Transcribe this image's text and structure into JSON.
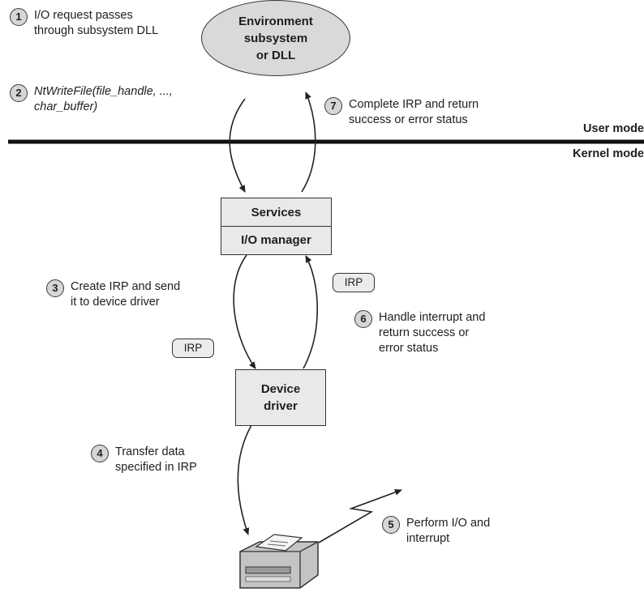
{
  "env_subsystem": {
    "lines": [
      "Environment",
      "subsystem",
      "or DLL"
    ]
  },
  "modes": {
    "user": "User mode",
    "kernel": "Kernel mode"
  },
  "io_manager": {
    "top": "Services",
    "bottom": "I/O manager"
  },
  "device_driver": {
    "lines": [
      "Device",
      "driver"
    ]
  },
  "irp_tag": "IRP",
  "steps": [
    {
      "num": "1",
      "lines": [
        "I/O request passes",
        "through subsystem DLL"
      ]
    },
    {
      "num": "2",
      "lines": [
        "NtWriteFile(file_handle, ...,",
        "char_buffer)"
      ]
    },
    {
      "num": "3",
      "lines": [
        "Create IRP and send",
        "it to device driver"
      ]
    },
    {
      "num": "4",
      "lines": [
        "Transfer data",
        "specified in IRP"
      ]
    },
    {
      "num": "5",
      "lines": [
        "Perform I/O and",
        "interrupt"
      ]
    },
    {
      "num": "6",
      "lines": [
        "Handle interrupt and",
        "return success or",
        "error status"
      ]
    },
    {
      "num": "7",
      "lines": [
        "Complete IRP and return",
        "success or error status"
      ]
    }
  ],
  "icons": {
    "printer": "printer-icon"
  }
}
